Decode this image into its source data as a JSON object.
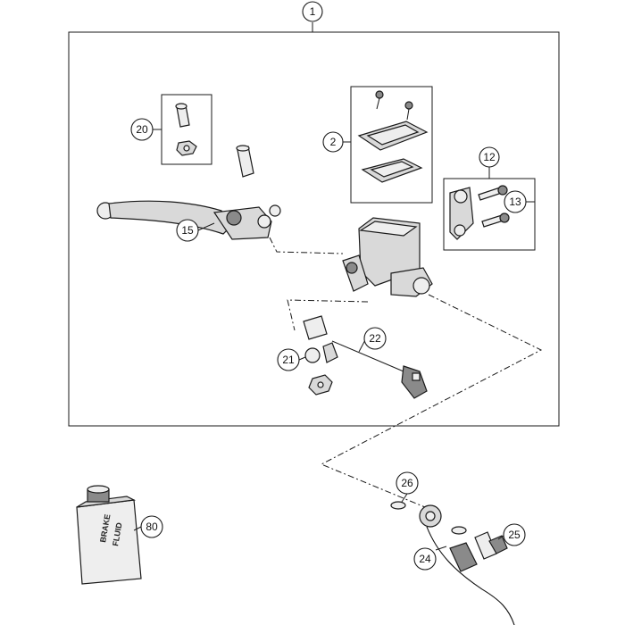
{
  "callouts": {
    "c1": "1",
    "c2": "2",
    "c12": "12",
    "c13": "13",
    "c15": "15",
    "c20": "20",
    "c21": "21",
    "c22": "22",
    "c24": "24",
    "c25": "25",
    "c26": "26",
    "c80": "80"
  },
  "can_label": {
    "line1": "BRAKE",
    "line2": "FLUID"
  }
}
